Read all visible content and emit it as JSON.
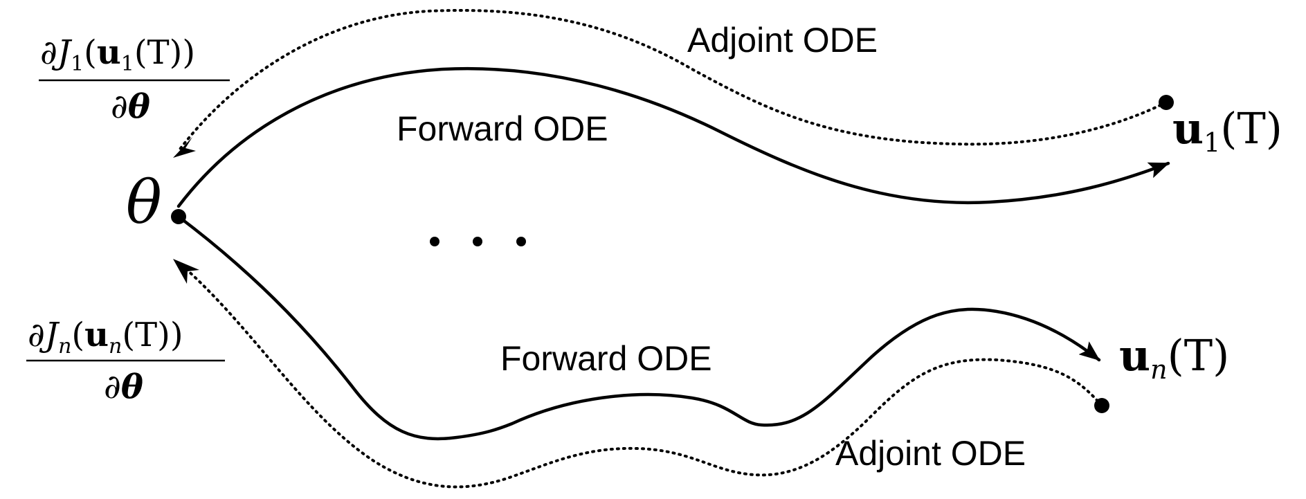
{
  "diagram": {
    "parameter_symbol": "θ",
    "labels": {
      "forward_top": "Forward ODE",
      "adjoint_top": "Adjoint ODE",
      "forward_bottom": "Forward ODE",
      "adjoint_bottom": "Adjoint ODE"
    },
    "endpoints": {
      "top": {
        "bold": "u",
        "subscript": "1",
        "rest": "(T)"
      },
      "bottom": {
        "bold": "u",
        "subscript": "n",
        "rest": "(T)"
      }
    },
    "gradients": {
      "top": {
        "numerator_prefix": "∂J",
        "numerator_sub": "1",
        "numerator_open": "(",
        "numerator_bold": "u",
        "numerator_sub2": "1",
        "numerator_close": "(T))",
        "denominator_prefix": "∂",
        "denominator_bold": "θ"
      },
      "bottom": {
        "numerator_prefix": "∂J",
        "numerator_sub": "n",
        "numerator_open": "(",
        "numerator_bold": "u",
        "numerator_sub2": "n",
        "numerator_close": "(T))",
        "denominator_prefix": "∂",
        "denominator_bold": "θ"
      }
    },
    "ellipsis_dots": 3
  }
}
